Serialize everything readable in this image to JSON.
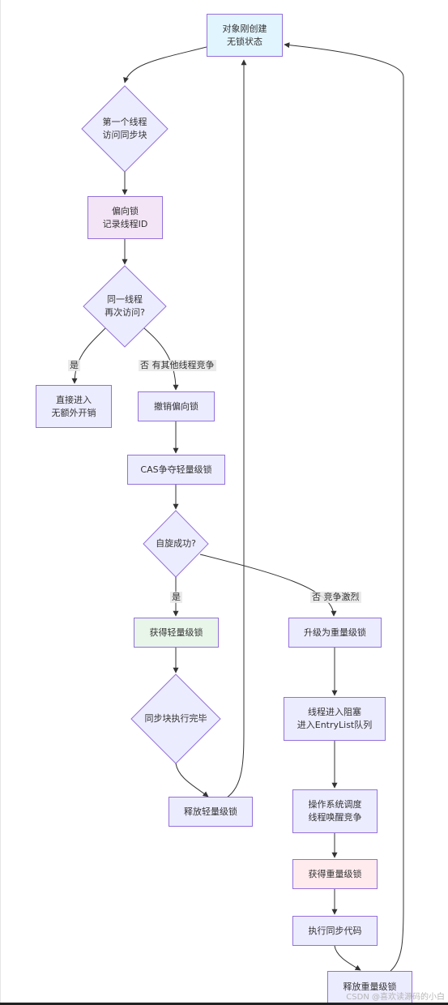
{
  "colors": {
    "node_fill": "#ececff",
    "node_border": "#9370db",
    "start_fill": "#e1f5fe",
    "bias_fill": "#f3e5f5",
    "light_fill": "#e8f5e9",
    "heavy_fill": "#ffebee",
    "edge": "#333333"
  },
  "nodes": {
    "start": "对象刚创建\n无锁状态",
    "first_access": "第一个线程\n访问同步块",
    "biased_lock": "偏向锁\n记录线程ID",
    "same_thread": "同一线程\n再次访问?",
    "direct_enter": "直接进入\n无额外开销",
    "revoke_bias": "撤销偏向锁",
    "cas_compete": "CAS争夺轻量级锁",
    "spin_success": "自旋成功?",
    "get_light": "获得轻量级锁",
    "sync_done": "同步块执行完毕",
    "release_light": "释放轻量级锁",
    "upgrade_heavy": "升级为重量级锁",
    "thread_block": "线程进入阻塞\n进入EntryList队列",
    "os_schedule": "操作系统调度\n线程唤醒竞争",
    "get_heavy": "获得重量级锁",
    "exec_sync": "执行同步代码",
    "release_heavy": "释放重量级锁"
  },
  "edge_labels": {
    "same_yes": "是",
    "same_no": "否 有其他线程竞争",
    "spin_yes": "是",
    "spin_no": "否 竞争激烈"
  },
  "watermark": "CSDN @喜欢读源码的小白"
}
